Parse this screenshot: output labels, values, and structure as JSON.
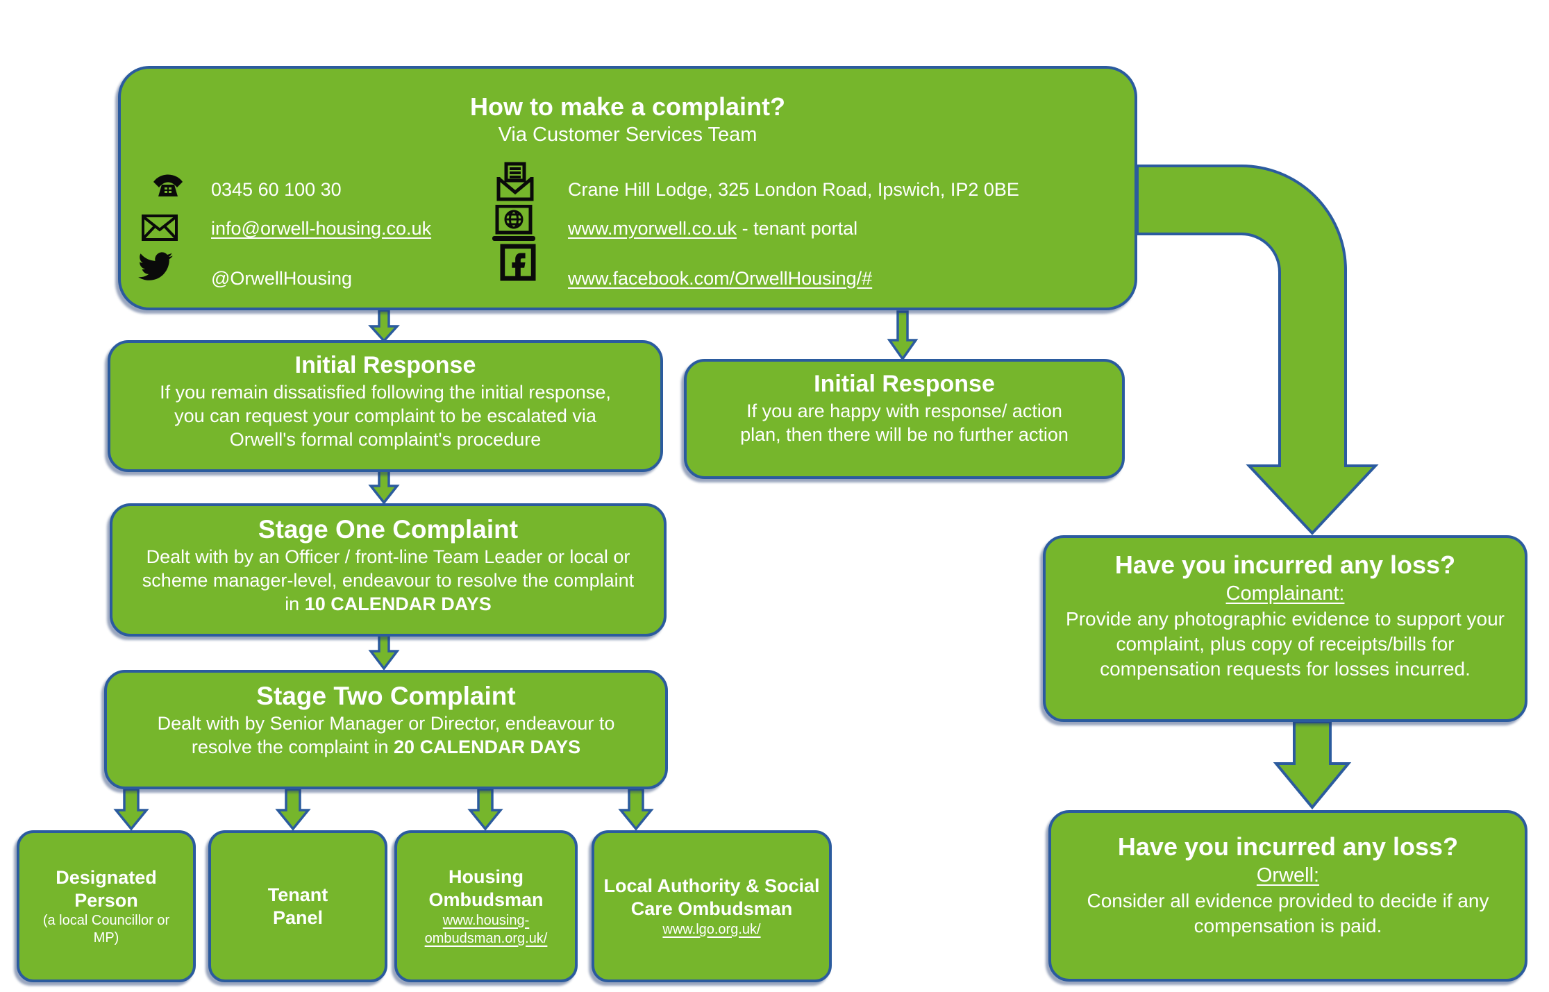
{
  "colors": {
    "box_green": "#76b62c",
    "border_blue": "#2b5b9e",
    "text": "#ffffff"
  },
  "contact": {
    "title": "How to make a complaint?",
    "subtitle": "Via Customer Services Team",
    "phone": "0345 60 100 30",
    "email": "info@orwell-housing.co.uk",
    "twitter": "@OrwellHousing",
    "address": "Crane Hill Lodge, 325 London Road, Ipswich, IP2 0BE",
    "portal_link": "www.myorwell.co.uk",
    "portal_note": "- tenant portal",
    "facebook": "www.facebook.com/OrwellHousing/#"
  },
  "initial_response_left": {
    "title": "Initial Response",
    "body": "If you remain dissatisfied following the initial response, you can request your complaint to be escalated via Orwell's formal complaint's procedure"
  },
  "initial_response_right": {
    "title": "Initial Response",
    "body": "If you are happy with response/ action plan, then there will be no further action"
  },
  "stage_one": {
    "title": "Stage One Complaint",
    "body": "Dealt with by an Officer / front-line Team Leader or local or scheme manager-level, endeavour to resolve the complaint in ",
    "body_bold": "10 CALENDAR DAYS"
  },
  "stage_two": {
    "title": "Stage Two Complaint",
    "body": "Dealt with by Senior Manager or Director, endeavour to resolve the complaint in ",
    "body_bold": "20 CALENDAR DAYS"
  },
  "escalation": [
    {
      "title": "Designated Person",
      "subtitle": "(a local Councillor or MP)"
    },
    {
      "title": "Tenant Panel"
    },
    {
      "title": "Housing Ombudsman",
      "link": "www.housing-ombudsman.org.uk/"
    },
    {
      "title": "Local Authority & Social Care Ombudsman",
      "link": "www.lgo.org.uk/"
    }
  ],
  "loss_complainant": {
    "title": "Have you incurred any loss?",
    "subtitle": "Complainant:",
    "body": "Provide any photographic evidence to support your complaint, plus copy of receipts/bills for compensation requests for losses incurred."
  },
  "loss_orwell": {
    "title": "Have you incurred any loss?",
    "subtitle": "Orwell:",
    "body": "Consider all evidence provided to decide if any compensation is paid."
  }
}
